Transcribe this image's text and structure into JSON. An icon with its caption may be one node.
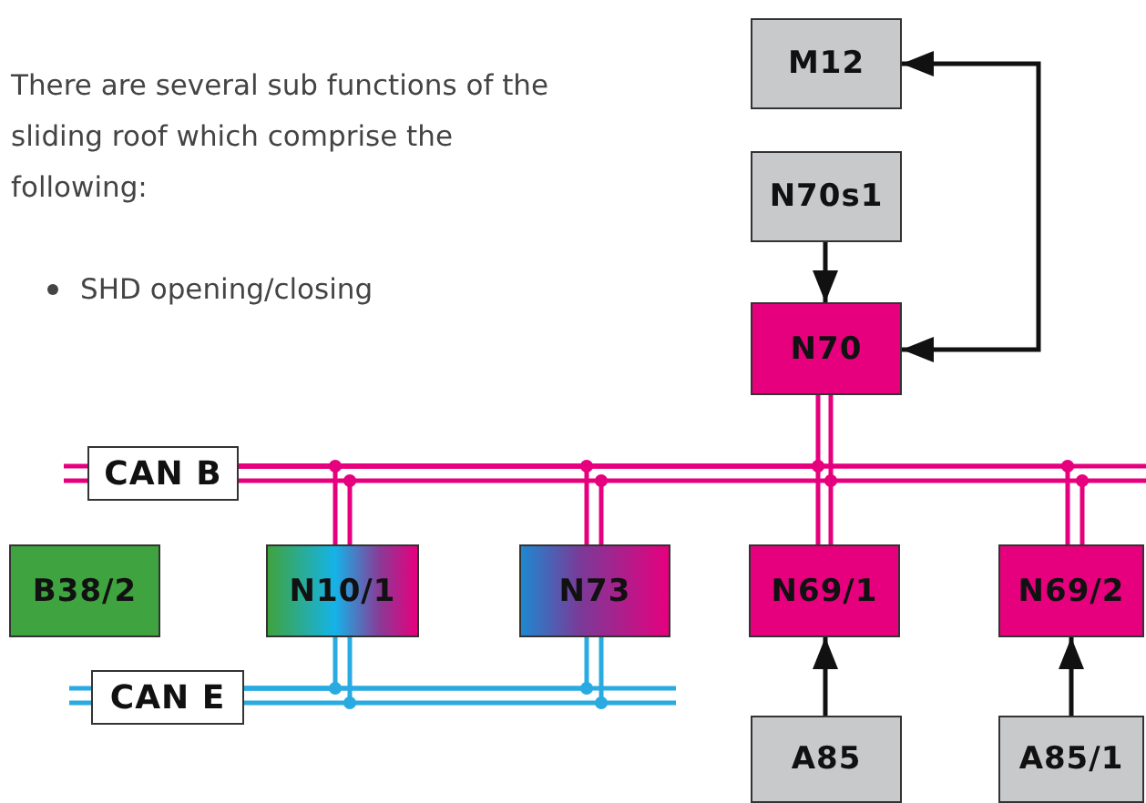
{
  "diagram": {
    "nodes": [
      {
        "text": [
          "M12"
        ]
      },
      {
        "text": [
          "N70s1"
        ]
      },
      {
        "text": [
          "N70"
        ]
      },
      {
        "text": [
          "CAN B"
        ]
      },
      {
        "text": [
          "B38/2"
        ]
      },
      {
        "text": [
          "N10/1"
        ]
      },
      {
        "text": [
          "N73"
        ]
      },
      {
        "text": [
          "N69/1"
        ]
      },
      {
        "text": [
          "N69/2"
        ]
      },
      {
        "text": [
          "CAN E"
        ]
      },
      {
        "text": [
          "A85"
        ]
      },
      {
        "text": [
          "A85/1"
        ]
      }
    ],
    "edges": [
      {
        "from": 0,
        "to": 2,
        "arrow": "both",
        "color": "#111111"
      },
      {
        "from": 1,
        "to": 2,
        "arrow": "to",
        "color": "#111111"
      },
      {
        "from": 3,
        "to": 5,
        "arrow": "none",
        "color": "#e6007e"
      },
      {
        "from": 3,
        "to": 6,
        "arrow": "none",
        "color": "#e6007e"
      },
      {
        "from": 3,
        "to": 2,
        "arrow": "none",
        "color": "#e6007e"
      },
      {
        "from": 3,
        "to": 7,
        "arrow": "none",
        "color": "#e6007e"
      },
      {
        "from": 3,
        "to": 8,
        "arrow": "none",
        "color": "#e6007e"
      },
      {
        "from": 9,
        "to": 5,
        "arrow": "none",
        "color": "#29abe2"
      },
      {
        "from": 9,
        "to": 6,
        "arrow": "none",
        "color": "#29abe2"
      },
      {
        "from": 10,
        "to": 7,
        "arrow": "to",
        "color": "#111111"
      },
      {
        "from": 11,
        "to": 8,
        "arrow": "to",
        "color": "#111111"
      }
    ],
    "labels": [
      "There are several sub functions of the sliding roof which comprise the following:",
      "SHD opening/closing"
    ]
  }
}
